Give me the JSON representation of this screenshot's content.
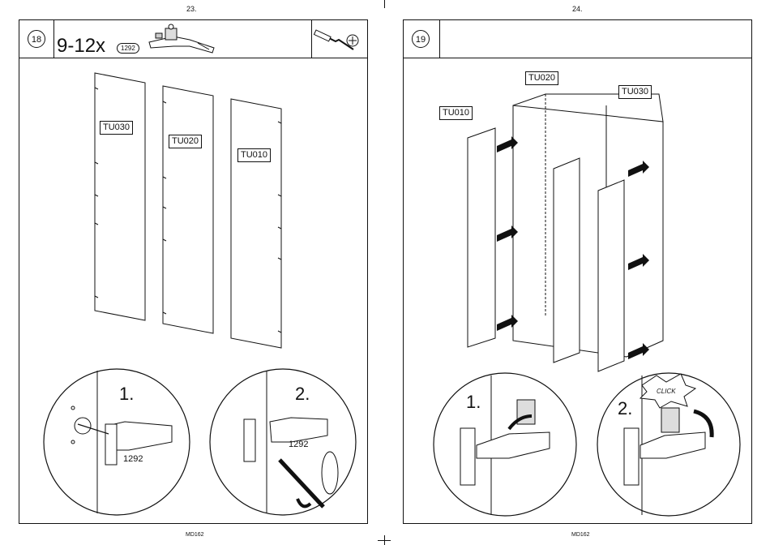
{
  "pages": [
    {
      "page_number": "23.",
      "footer_code": "MD162",
      "step": "18",
      "quantity": "9-12x",
      "part_code": "1292",
      "tool": "screwdriver-icon",
      "panels": [
        "TU030",
        "TU020",
        "TU010"
      ],
      "detail_1": {
        "step_label": "1.",
        "part_code": "1292"
      },
      "detail_2": {
        "step_label": "2.",
        "part_code": "1292"
      }
    },
    {
      "page_number": "24.",
      "footer_code": "MD162",
      "step": "19",
      "panels": [
        "TU020",
        "TU030",
        "TU010"
      ],
      "detail_1": {
        "step_label": "1."
      },
      "detail_2": {
        "step_label": "2.",
        "callout": "CLICK"
      }
    }
  ]
}
